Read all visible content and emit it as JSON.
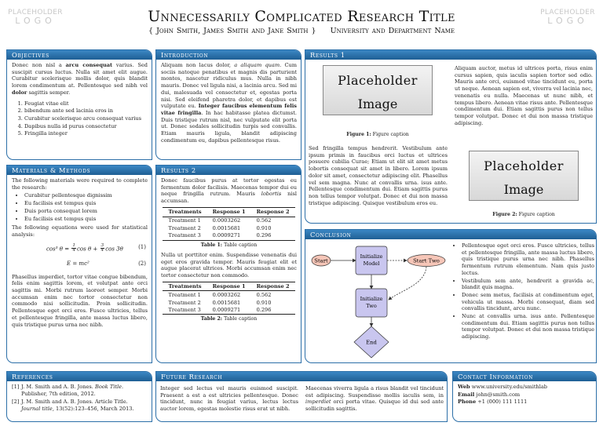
{
  "header": {
    "logo_line1": "PLACEHOLDER",
    "logo_line2": "LOGO",
    "title": "Unnecessarily Complicated Research Title",
    "authors": "{ John Smith, James Smith and Jane Smith }",
    "affiliation": "University and Department Name"
  },
  "objectives": {
    "heading": "Objectives",
    "p1_a": "Donec non nisl a ",
    "p1_b": "arcu consequat",
    "p1_c": " varius. Sed suscipit cursus luctus. Nulla sit amet elit augue. Curabitur scelerisque mollis dolor, quis blandit lorem condimentum at. Pellentesque sed nibh vel ",
    "p1_d": "dolor",
    "p1_e": " sagittis semper.",
    "list": [
      "Feugiat vitae elit",
      "bibendum ante sed lacinia eros in",
      "Curabitur scelerisque arcu consequat varius",
      "Dapibus nulla id purus consectetur",
      "Fringilla integer"
    ]
  },
  "materials": {
    "heading": "Materials & Methods",
    "p1": "The following materials were required to complete the research:",
    "list": [
      "Curabitur pellentesque dignissim",
      "Eu facilisis est tempus quis",
      "Duis porta consequat lorem",
      "Eu facilisis est tempus quis"
    ],
    "p2": "The following equations were used for statistical analysis:",
    "eq1_lhs": "cos³ θ =",
    "eq1_t1": "cos θ +",
    "eq1_t2": "cos 3θ",
    "eq1_f1_num": "1",
    "eq1_f1_den": "4",
    "eq1_f2_num": "3",
    "eq1_f2_den": "4",
    "eq1_num": "(1)",
    "eq2": "E = mc²",
    "eq2_num": "(2)",
    "p3": "Phasellus imperdiet, tortor vitae congue bibendum, felis enim sagittis lorem, et volutpat ante orci sagittis mi. Morbi rutrum laoreet semper. Morbi accumsan enim nec tortor consectetur non commodo nisi sollicitudin. Proin sollicitudin. Pellentesque eget orci eros. Fusce ultricies, tellus et pellentesque fringilla, ante massa luctus libero, quis tristique purus urna nec nibh."
  },
  "introduction": {
    "heading": "Introduction",
    "t1": "Aliquam non lacus dolor, ",
    "t2": "a aliquam quam",
    "t3": ". Cum sociis natoque penatibus et magnis dis parturient montes, nascetur ridiculus mus. Nulla in nibh mauris. Donec vel ligula nisi, a lacinia arcu. Sed mi dui, malesuada vel consectetur et, egestas porta nisi. Sed eleifend pharetra dolor, et dapibus est vulputate eu. ",
    "t4": "Integer faucibus elementum felis vitae fringilla",
    "t5": ". In hac habitasse platea dictumst. Duis tristique rutrum nisl, nec vulputate elit porta ut. Donec sodales sollicitudin turpis sed convallis. Etiam mauris ligula, blandit adipiscing condimentum eu, dapibus pellentesque risus."
  },
  "results2": {
    "heading": "Results 2",
    "p1_a": "Donec faucibus purus at tortor egestas eu fermentum dolor facilisis. Maecenas tempor dui eu neque fringilla rutrum. Mauris ",
    "p1_b": "lobortis",
    "p1_c": " nisl accumsan.",
    "table_headers": [
      "Treatments",
      "Response 1",
      "Response 2"
    ],
    "table_rows": [
      [
        "Treatment 1",
        "0.0003262",
        "0.562"
      ],
      [
        "Treatment 2",
        "0.0015681",
        "0.910"
      ],
      [
        "Treatment 3",
        "0.0009271",
        "0.296"
      ]
    ],
    "caption1_label": "Table 1:",
    "caption1_text": " Table caption",
    "p2": "Nulla ut porttitor enim. Suspendisse venenatis dui eget eros gravida tempor. Mauris feugiat elit et augue placerat ultrices. Morbi accumsan enim nec tortor consectetur non commodo.",
    "caption2_label": "Table 2:",
    "caption2_text": " Table caption"
  },
  "results1": {
    "heading": "Results 1",
    "placeholder1": "Placeholder",
    "placeholder2": "Image",
    "fig1_label": "Figure 1:",
    "fig1_text": " Figure caption",
    "p_left": "Sed fringilla tempus hendrerit. Vestibulum ante ipsum primis in faucibus orci luctus et ultrices posuere cubilia Curae; Etiam ut elit sit amet metus lobortis consequat sit amet in libero. Lorem ipsum dolor sit amet, consectetur adipiscing elit. Phasellus vel sem magna. Nunc at convallis urna. isus ante. Pellentesque condimentum dui. Etiam sagittis purus non tellus tempor volutpat. Donec et dui non massa tristique adipiscing. Quisque vestibulum eros eu.",
    "p_right": "Aliquam auctor, metus id ultrices porta, risus enim cursus sapien, quis iaculis sapien tortor sed odio. Mauris ante orci, euismod vitae tincidunt eu, porta ut neque. Aenean sapien est, viverra vel lacinia nec, venenatis eu nulla. Maecenas ut nunc nibh, et tempus libero. Aenean vitae risus ante. Pellentesque condimentum dui. Etiam sagittis purus non tellus tempor volutpat. Donec et dui non massa tristique adipiscing.",
    "fig2_label": "Figure 2:",
    "fig2_text": " Figure caption"
  },
  "conclusion": {
    "heading": "Conclusion",
    "flow": {
      "start": "Start",
      "init_model_1": "Initialize",
      "init_model_2": "Model",
      "start_two": "Start Two",
      "init_two_1": "Initialize",
      "init_two_2": "Two",
      "end": "End"
    },
    "bullets": [
      "Pellentesque eget orci eros. Fusce ultricies, tellus et pellentesque fringilla, ante massa luctus libero, quis tristique purus urna nec nibh. Phasellus fermentum rutrum elementum. Nam quis justo lectus.",
      "Vestibulum sem ante, hendrerit a gravida ac, blandit quis magna.",
      "Donec sem metus, facilisis at condimentum eget, vehicula ut massa. Morbi consequat, diam sed convallis tincidunt, arcu nunc.",
      "Nunc at convallis urna. isus ante. Pellentesque condimentum dui. Etiam sagittis purus non tellus tempor volutpat. Donec et dui non massa tristique adipiscing."
    ]
  },
  "references": {
    "heading": "References",
    "items": [
      {
        "num": "[1]",
        "a": "J. M. Smith and A. B. Jones. ",
        "i": "Book Title",
        "b": ". Publisher, 7th edition, 2012."
      },
      {
        "num": "[2]",
        "a": "J. M. Smith and A. B. Jones. Article Title. ",
        "i": "Journal title",
        "b": ", 13(52):123–456, March 2013."
      }
    ]
  },
  "future": {
    "heading": "Future Research",
    "p_left": "Integer sed lectus vel mauris euismod suscipit. Praesent a est a est ultricies pellentesque. Donec tincidunt, nunc in feugiat varius, lectus lectus auctor lorem, egestas molestie risus erat ut nibh.",
    "p_right_a": "Maecenas viverra ligula a risus blandit vel tincidunt est adipiscing. Suspendisse mollis iaculis sem, in ",
    "p_right_i": "imperdiet",
    "p_right_b": " orci porta vitae. Quisque id dui sed ante sollicitudin sagittis."
  },
  "contact": {
    "heading": "Contact Information",
    "web_label": "Web",
    "web_value": "www.university.edu/smithlab",
    "email_label": "Email",
    "email_value": "john@smith.com",
    "phone_label": "Phone",
    "phone_value": "+1 (000) 111 1111"
  },
  "colors": {
    "accent": "#2c6fa8",
    "heading_bar": "#1f5f94",
    "flow_box": "#c9c6ef",
    "flow_start": "#f6c6b8"
  }
}
